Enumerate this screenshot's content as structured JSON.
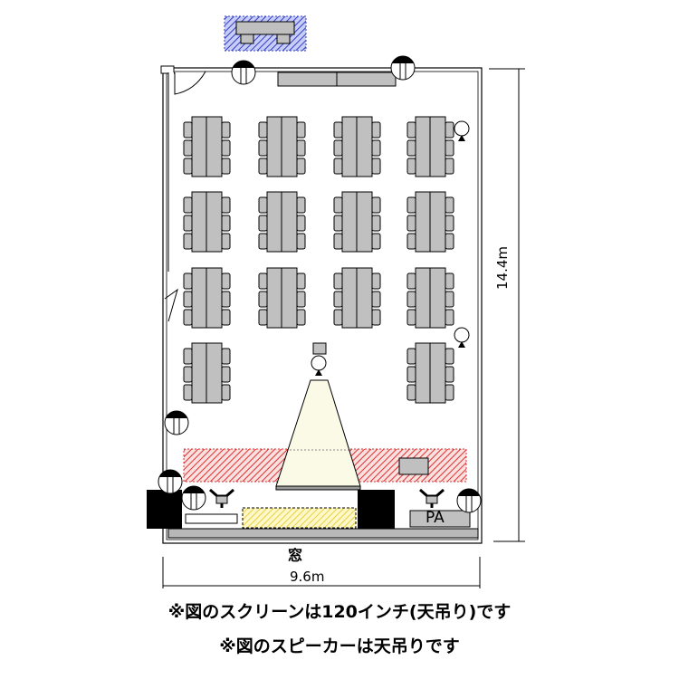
{
  "title": "会議室レイアウト図",
  "labels": {
    "window": "窓",
    "width": "9.6m",
    "height": "14.4m",
    "pa": "PA"
  },
  "notes": [
    "※図のスクリーンは120インチ(天吊り)です",
    "※図のスピーカーは天吊りです"
  ],
  "colors": {
    "table": "#c0c0c0",
    "stage_hatch": "#e03030",
    "screen_hatch": "#f0e060",
    "storage_hatch": "#3040c0",
    "projection": "#fafae6"
  }
}
